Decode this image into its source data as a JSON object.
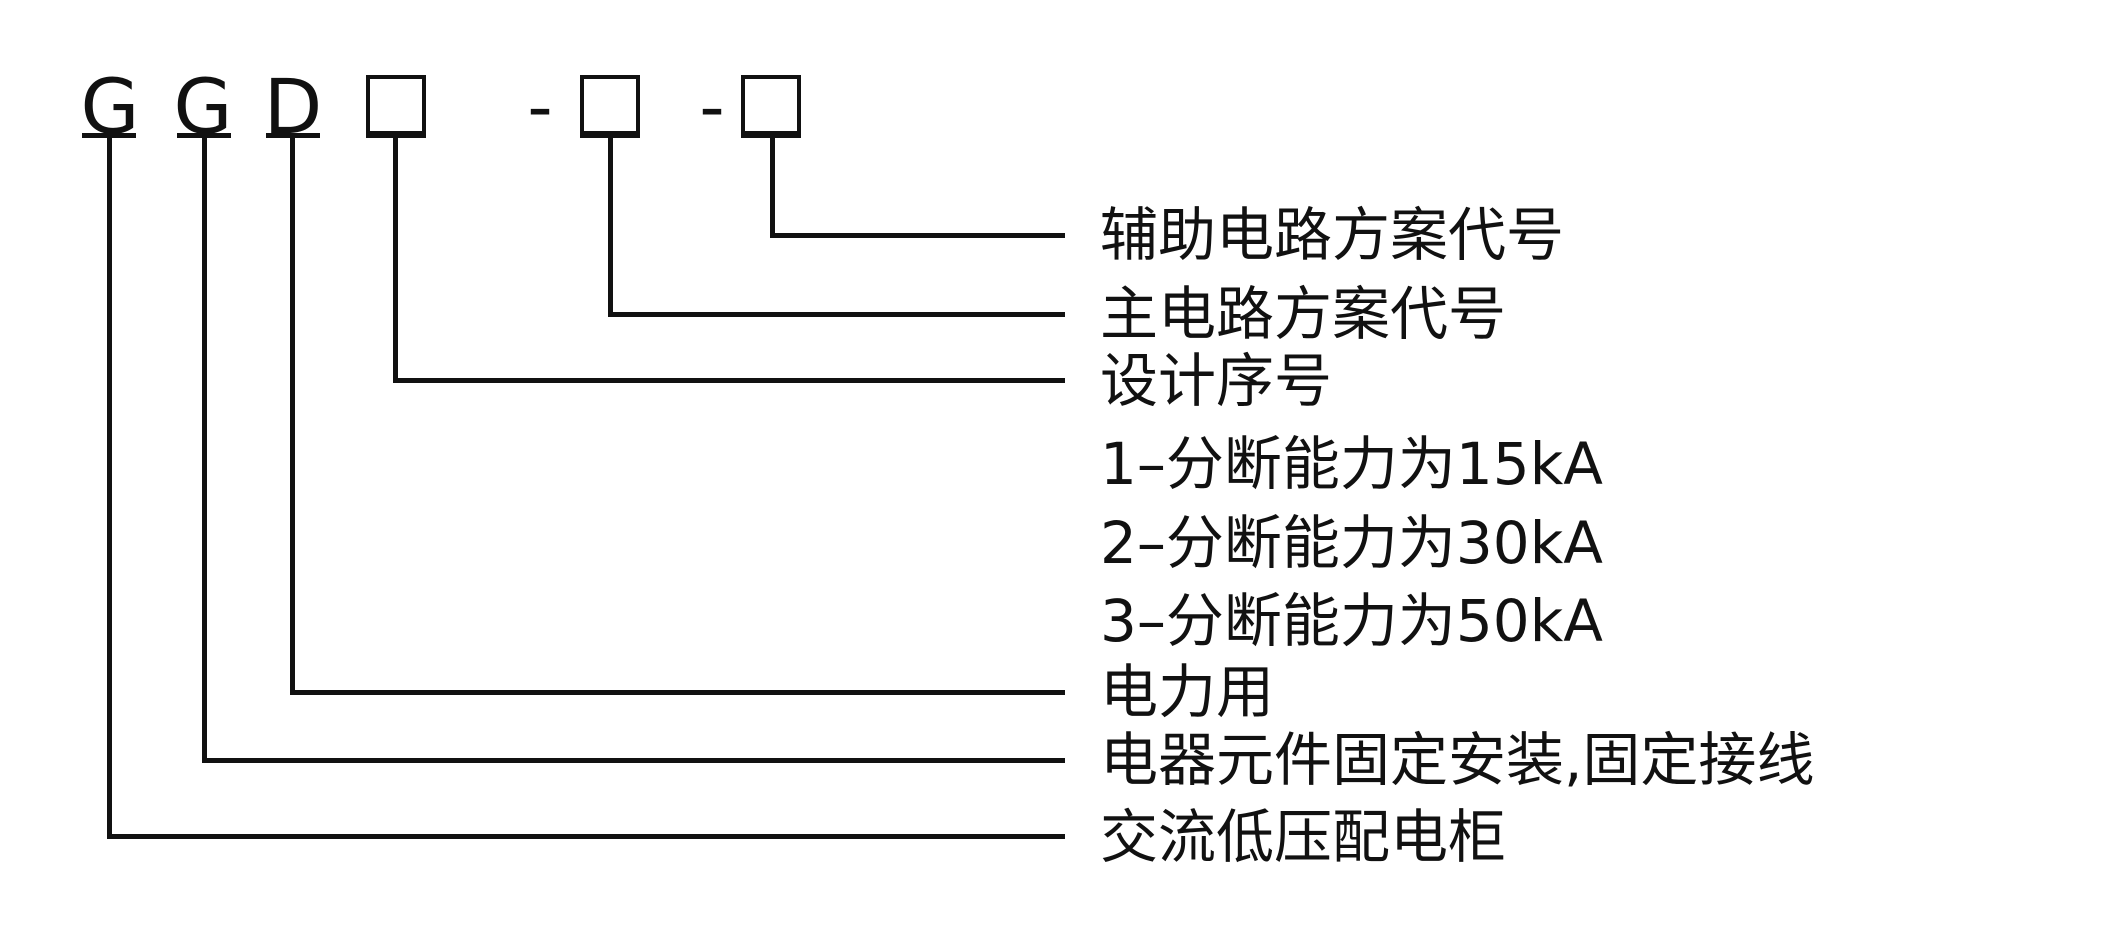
{
  "model_code": {
    "letters": [
      "G",
      "G",
      "D"
    ],
    "dash": "-"
  },
  "labels": {
    "aux_circuit": "辅助电路方案代号",
    "main_circuit": "主电路方案代号",
    "design_serial": "设计序号",
    "breaking_1": "1–分断能力为15kA",
    "breaking_2": "2–分断能力为30kA",
    "breaking_3": "3–分断能力为50kA",
    "power_use": "电力用",
    "fixed_install": "电器元件固定安装,固定接线",
    "ac_lv_cabinet": "交流低压配电柜"
  }
}
